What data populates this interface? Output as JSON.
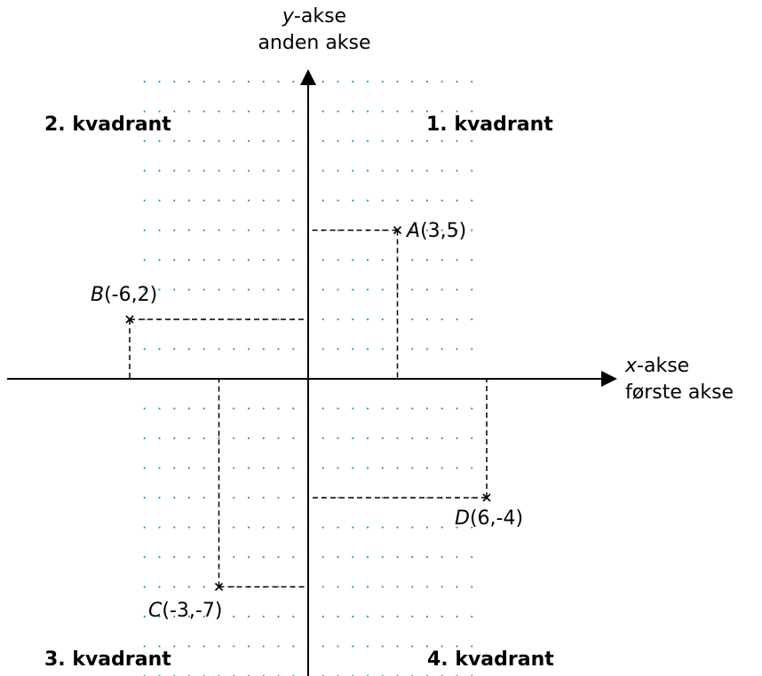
{
  "axes": {
    "y_var": "y",
    "y_suffix": "-akse",
    "y_line2": "anden akse",
    "x_var": "x",
    "x_suffix": "-akse",
    "x_line2": "første akse"
  },
  "quadrants": {
    "q1": "1. kvadrant",
    "q2": "2. kvadrant",
    "q3": "3. kvadrant",
    "q4": "4. kvadrant"
  },
  "points": [
    {
      "name": "A",
      "coords": "(3,5)",
      "x": 3,
      "y": 5
    },
    {
      "name": "B",
      "coords": "(-6,2)",
      "x": -6,
      "y": 2
    },
    {
      "name": "C",
      "coords": "(-3,-7)",
      "x": -3,
      "y": -7
    },
    {
      "name": "D",
      "coords": "(6,-4)",
      "x": 6,
      "y": -4
    }
  ],
  "colors": {
    "grid_dots": "#1a9bd7",
    "axes": "#000000",
    "guides": "#000000"
  }
}
